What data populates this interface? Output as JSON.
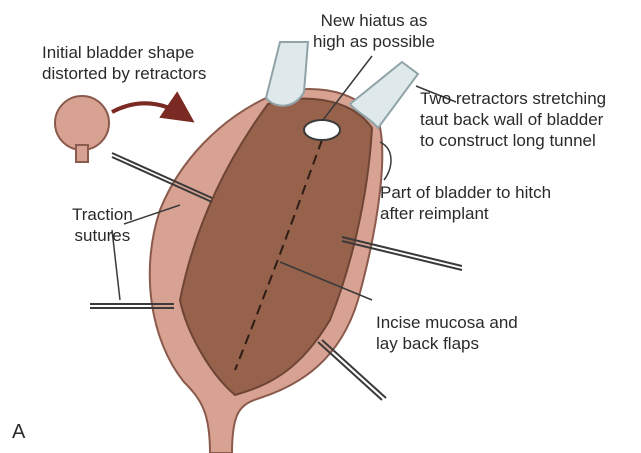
{
  "labels": {
    "new_hiatus": "New hiatus as\nhigh as possible",
    "initial_shape": "Initial bladder shape\ndistorted by retractors",
    "two_retractors": "Two retractors stretching\ntaut back wall of bladder\nto construct long tunnel",
    "hitch": "Part of bladder to hitch\nafter reimplant",
    "traction_sutures": "Traction\nsutures",
    "incise": "Incise mucosa and\nlay back flaps",
    "panel": "A"
  },
  "colors": {
    "outer_wall": "#d8a293",
    "outer_wall_edge": "#8a5a4c",
    "mucosa": "#96624c",
    "mucosa_dark": "#6e4535",
    "retractor": "#dfe8ea",
    "retractor_edge": "#8fa3a8",
    "line": "#3a3a3a",
    "arrow": "#7a2a22"
  }
}
